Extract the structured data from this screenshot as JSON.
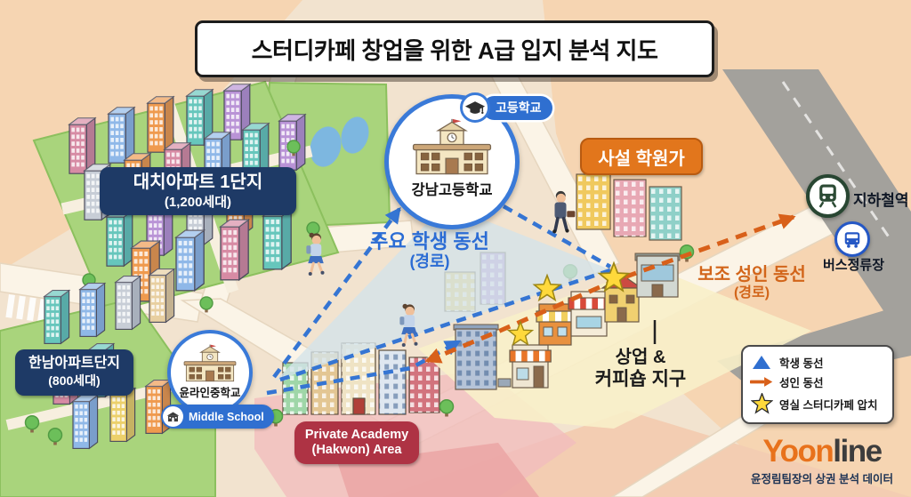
{
  "title": "스터디카페 창업을 위한 A급 입지 분석 지도",
  "apartments": {
    "daechi": {
      "name": "대치아파트 1단지",
      "households": "(1,200세대)"
    },
    "hannam": {
      "name": "한남아파트단지",
      "households": "(800세대)"
    }
  },
  "schools": {
    "high": {
      "name": "강남고등학교",
      "badge": "고등학교"
    },
    "middle": {
      "name": "윤라인중학교",
      "badge": "Middle School"
    }
  },
  "zones": {
    "private_academy_kr": "사설 학원가",
    "private_academy_en": {
      "line1": "Private Academy",
      "line2": "(Hakwon) Area"
    },
    "commercial": {
      "line1": "상업 &",
      "line2": "커피숍 지구"
    }
  },
  "routes": {
    "student": {
      "line1": "주요 학생 동선",
      "line2": "(경로)"
    },
    "adult": {
      "line1": "보조 성인 동선",
      "line2": "(경로)"
    }
  },
  "transit": {
    "subway": "지하철역",
    "bus": "버스정류장"
  },
  "legend": {
    "items": [
      {
        "icon": "triangle-icon",
        "label": "학생 동선"
      },
      {
        "icon": "arrow-icon",
        "label": "성인 동선"
      },
      {
        "icon": "star-icon",
        "label": "영실 스터디카페 압치"
      }
    ]
  },
  "branding": {
    "logo_accent": "Yoon",
    "logo_rest": "line",
    "tagline": "윤정림팀장의 상권 분석 데이터"
  },
  "colors": {
    "student_route": "#3575d3",
    "adult_route": "#d8601a",
    "star_fill": "#ffd93b",
    "apartment_label_bg": "#1e3a66",
    "academy_label_bg": "#e2761c",
    "hakwon_label_bg": "#ae3344",
    "school_ring": "#3a7ad8",
    "badge_blue": "#2f6fd0",
    "subway_green": "#2c4b35",
    "bus_blue": "#2457c5",
    "logo_orange": "#e8721c",
    "logo_gray": "#3d3d3d"
  }
}
